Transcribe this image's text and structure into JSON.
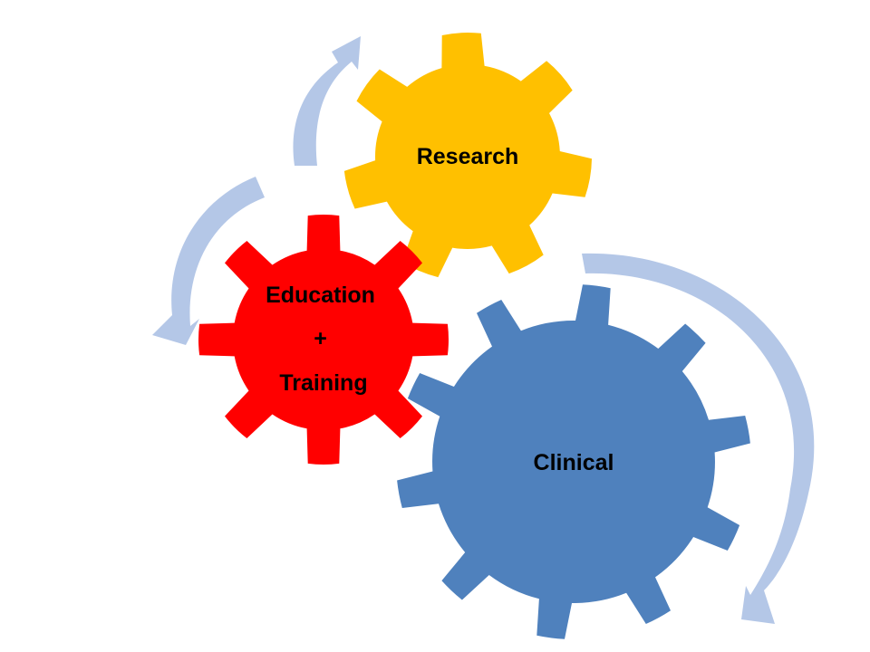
{
  "gears": [
    {
      "id": "research",
      "label_lines": [
        "Research"
      ],
      "color": "#FFC000",
      "teeth": 7
    },
    {
      "id": "education",
      "label_lines": [
        "Education",
        "+",
        "Training"
      ],
      "color": "#FF0000",
      "teeth": 8
    },
    {
      "id": "clinical",
      "label_lines": [
        "Clinical"
      ],
      "color": "#4F81BD",
      "teeth": 10
    }
  ],
  "arrows": [
    {
      "id": "arrow-upper-left",
      "color": "#B4C7E7"
    },
    {
      "id": "arrow-left",
      "color": "#B4C7E7"
    },
    {
      "id": "arrow-right",
      "color": "#B4C7E7"
    }
  ]
}
